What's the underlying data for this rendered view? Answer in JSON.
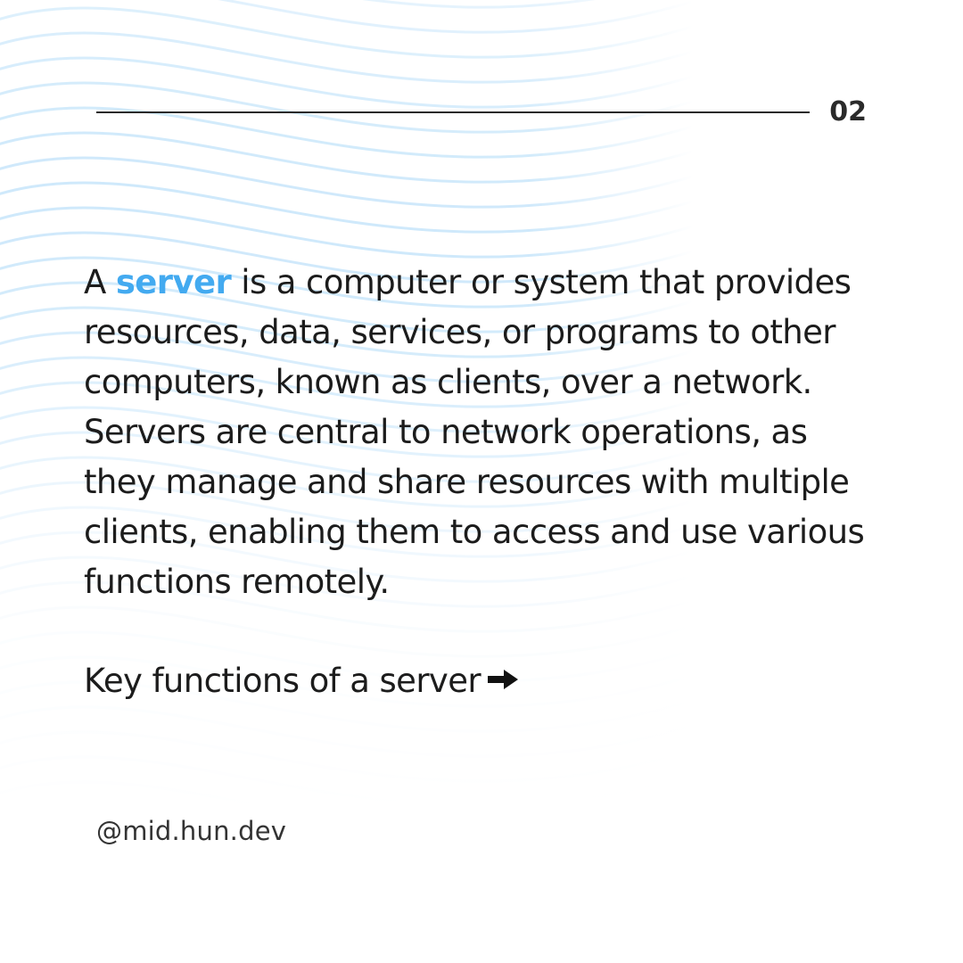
{
  "slide": {
    "page_number": "02",
    "paragraph": {
      "lead": "A ",
      "keyword": "server",
      "rest": " is a computer or system that provides resources, data, services, or programs to other computers, known as clients, over a network. Servers are central to network operations, as they manage and share resources with multiple clients, enabling them to access and use various functions remotely."
    },
    "cta_text": "Key functions of a server",
    "cta_icon": "right-arrow-icon",
    "handle": "@mid.hun.dev"
  },
  "colors": {
    "accent": "#43aaf0",
    "wave": "#cfe9fb",
    "text": "#1c1c1c"
  }
}
